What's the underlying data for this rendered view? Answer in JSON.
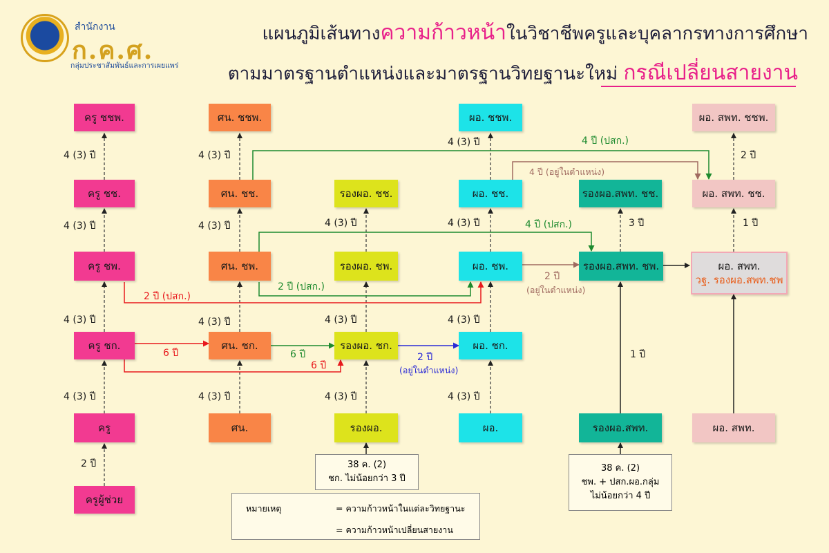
{
  "header": {
    "logo_top": "สำนักงาน",
    "logo_main": "ก.ค.ศ.",
    "logo_sub": "กลุ่มประชาสัมพันธ์และการเผยแพร่",
    "title_line1_pre": "แผนภูมิเส้นทาง",
    "title_line1_hl": "ความก้าวหน้า",
    "title_line1_post": "ในวิชาชีพครูและบุคลากรทางการศึกษา",
    "title_line2_pre": "ตามมาตรฐานตำแหน่งและมาตรฐานวิทยฐานะใหม่ ",
    "title_line2_hl": "กรณีเปลี่ยนสายงาน"
  },
  "nodes": {
    "kru_chchp": "ครู ชชพ.",
    "kru_chch": "ครู ชช.",
    "kru_chp": "ครู ชพ.",
    "kru_chk": "ครู ชก.",
    "kru": "ครู",
    "kru_assistant": "ครูผู้ช่วย",
    "sn_chchp": "ศน. ชชพ.",
    "sn_chch": "ศน. ชช.",
    "sn_chp": "ศน. ชพ.",
    "sn_chk": "ศน. ชก.",
    "sn": "ศน.",
    "vp_chch": "รองผอ. ชช.",
    "vp_chp": "รองผอ. ชพ.",
    "vp_chk": "รองผอ. ชก.",
    "vp": "รองผอ.",
    "dir_chchp": "ผอ. ชชพ.",
    "dir_chch": "ผอ. ชช.",
    "dir_chp": "ผอ. ชพ.",
    "dir_chk": "ผอ. ชก.",
    "dir": "ผอ.",
    "dvp_chch": "รองผอ.สพท. ชช.",
    "dvp_chp": "รองผอ.สพท. ชพ.",
    "dvp": "รองผอ.สพท.",
    "ddir_chchp": "ผอ. สพท. ชชพ.",
    "ddir_chch": "ผอ. สพท. ชช.",
    "ddir_main": "ผอ. สพท.",
    "ddir_sub": "วฐ. รองผอ.สพท.ชพ",
    "ddir": "ผอ. สพท."
  },
  "labels": {
    "four3": "4 (3) ปี",
    "two": "2 ปี",
    "one": "1 ปี",
    "three": "3 ปี",
    "red_2_plsk": "2 ปี (ปสก.)",
    "red_6": "6 ปี",
    "green_6": "6 ปี",
    "green_2_plsk": "2 ปี (ปสก.)",
    "green_4_plsk_top": "4 ปี (ปสก.)",
    "green_4_plsk_mid": "4 ปี (ปสก.)",
    "brown_4_inpos": "4 ปี (อยู่ในตำแหน่ง)",
    "brown_2": "2 ปี",
    "brown_inpos": "(อยู่ในตำแหน่ง)",
    "blue_2": "2 ปี",
    "blue_inpos": "(อยู่ในตำแหน่ง)"
  },
  "info_boxes": {
    "vp_req_1": "38 ค. (2)",
    "vp_req_2": "ชก. ไม่น้อยกว่า 3 ปี",
    "dvp_req_1": "38 ค. (2)",
    "dvp_req_2": "ชพ. + ปสก.ผอ.กลุ่ม",
    "dvp_req_3": "ไม่น้อยกว่า 4 ปี"
  },
  "legend": {
    "title": "หมายเหตุ",
    "dashed": "= ความก้าวหน้าในแต่ละวิทยฐานะ",
    "solid": "= ความก้าวหน้าเปลี่ยนสายงาน"
  },
  "colors": {
    "teacher": "#f23a91",
    "supervisor": "#f98547",
    "vice_director": "#dde31c",
    "director": "#1de3e8",
    "district_vice": "#12b598",
    "district_director": "#f2c6c4",
    "red_arrow": "#e8191d",
    "green_arrow": "#1d8a2e",
    "brown_arrow": "#a06a60",
    "blue_arrow": "#2b2bd6",
    "accent": "#e8208a"
  }
}
